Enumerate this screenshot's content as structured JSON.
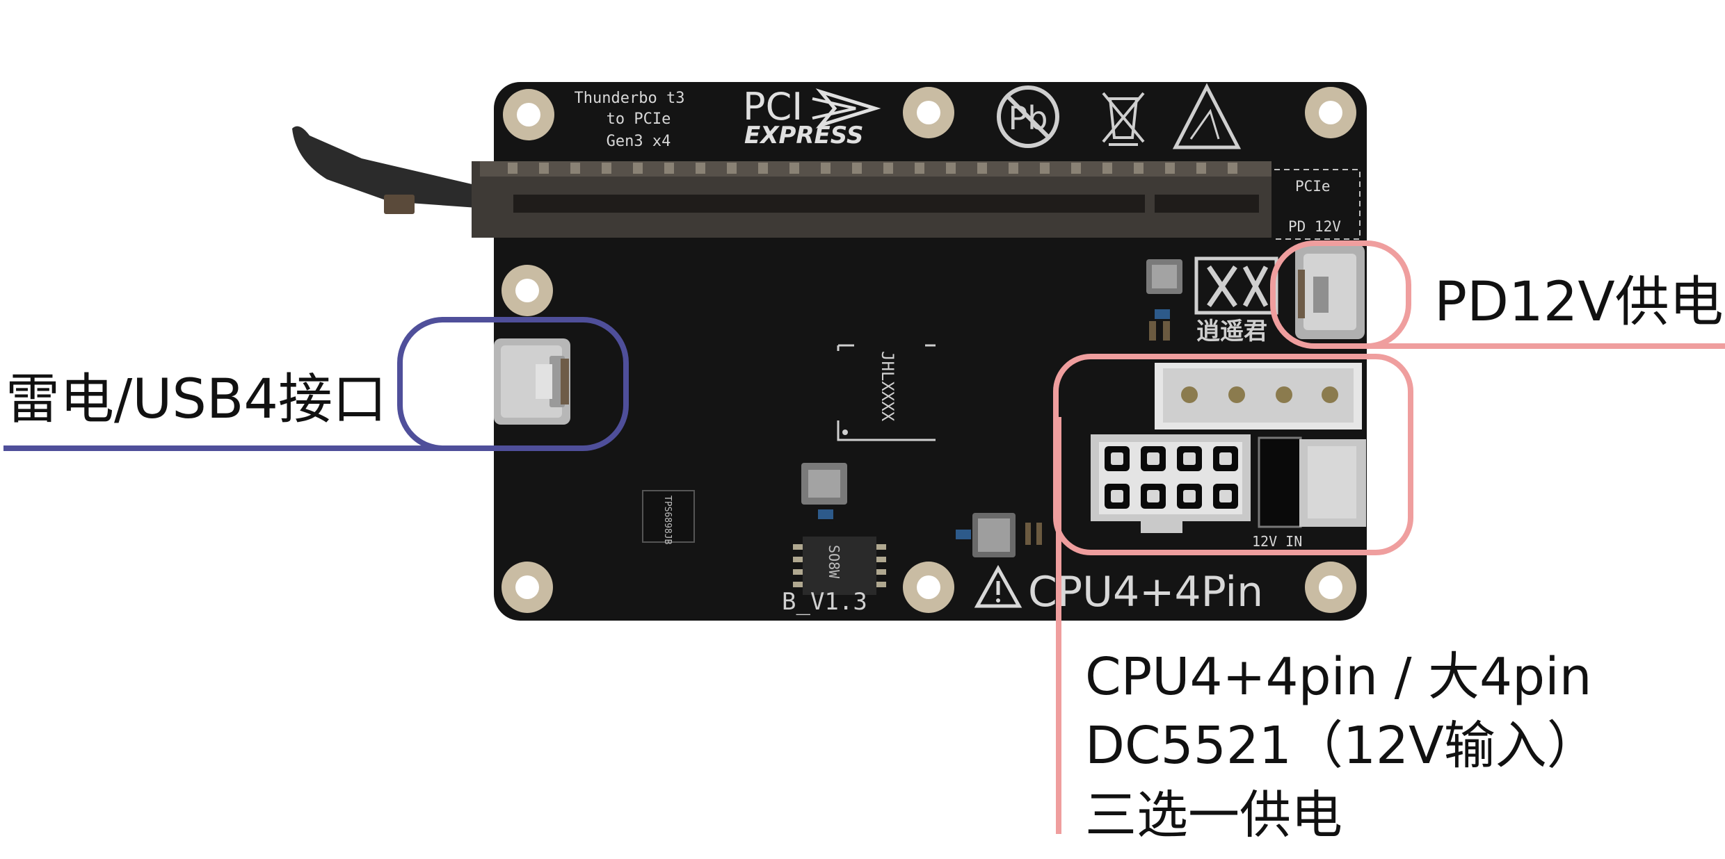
{
  "board": {
    "title_lines": [
      "Thunderbo t3",
      "to PCIe",
      "Gen3 x4"
    ],
    "logo_text": {
      "top": "PCI",
      "bottom": "EXPRESS"
    },
    "pb_symbol": "Pb",
    "slot_label_pcie": "PCIe",
    "slot_label_pd": "PD 12V",
    "chip_label": "JHLXXXX",
    "small_chip_label": "TPS6898JB",
    "so8_label": "SO8W",
    "version": "B_V1.3",
    "power_in_label": "12V IN",
    "cpu_label": "CPU4+4Pin",
    "brand_text": "逍遥君"
  },
  "callouts": {
    "thunderbolt": "雷电/USB4接口",
    "pd12v": "PD12V供电",
    "power_line1": "CPU4+4pin / 大4pin",
    "power_line2": "DC5521（12V输入）",
    "power_line3": "三选一供电"
  },
  "colors": {
    "pcb": "#141414",
    "pad": "#c9bca3",
    "silk": "#d8d8d8",
    "blue_callout": "#4f4f9a",
    "pink_callout": "#ef9e9e"
  }
}
